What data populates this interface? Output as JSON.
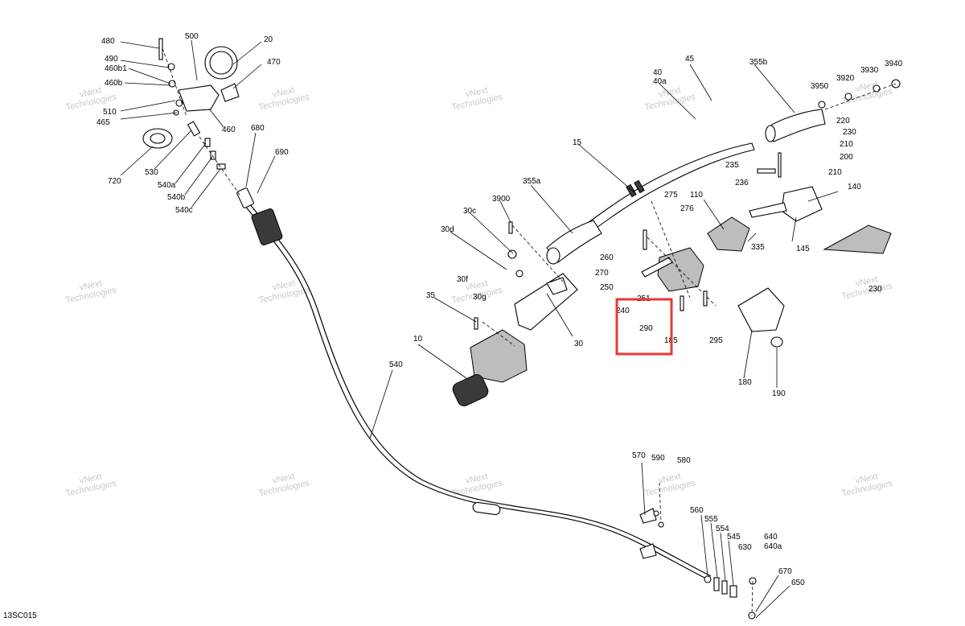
{
  "diagram_code": "13SC015",
  "watermark_lines": [
    "vNext",
    "Technologies"
  ],
  "highlight": {
    "color": "#e53935",
    "label": "290"
  },
  "callouts": {
    "c480": "480",
    "c500": "500",
    "c20": "20",
    "c490": "490",
    "c460b1": "460b1",
    "c460b": "460b",
    "c470": "470",
    "c510": "510",
    "c465": "465",
    "c460": "460",
    "c720": "720",
    "c530": "530",
    "c680": "680",
    "c690": "690",
    "c540a": "540a",
    "c540b": "540b",
    "c540c": "540c",
    "c540": "540",
    "c45": "45",
    "c40": "40",
    "c40a": "40a",
    "c355b": "355b",
    "c3950": "3950",
    "c3920": "3920",
    "c3930": "3930",
    "c3940": "3940",
    "c15": "15",
    "c355a": "355a",
    "c3900": "3900",
    "c30c": "30c",
    "c30d": "30d",
    "c30f": "30f",
    "c30g": "30g",
    "c35": "35",
    "c10": "10",
    "c30": "30",
    "c275": "275",
    "c276": "276",
    "c110": "110",
    "c260": "260",
    "c270": "270",
    "c250": "250",
    "c251": "251",
    "c240": "240",
    "c185": "185",
    "c295": "295",
    "c335": "335",
    "c145": "145",
    "c140": "140",
    "c210a": "210",
    "c210b": "210",
    "c200": "200",
    "c230a": "230",
    "c230b": "230",
    "c220": "220",
    "c235": "235",
    "c236": "236",
    "c180": "180",
    "c190": "190",
    "c570": "570",
    "c590": "590",
    "c580": "580",
    "c560": "560",
    "c555": "555",
    "c554": "554",
    "c545": "545",
    "c630": "630",
    "c640": "640",
    "c640a": "640a",
    "c670": "670",
    "c650": "650"
  }
}
